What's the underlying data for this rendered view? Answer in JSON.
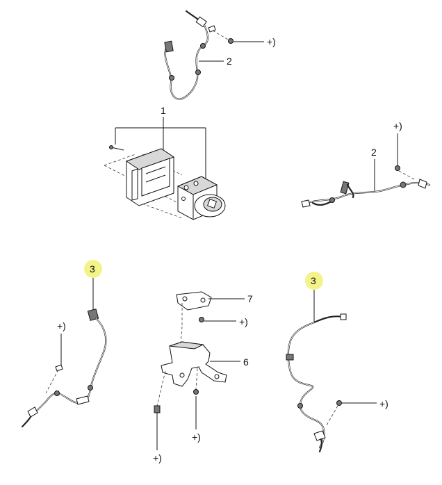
{
  "callouts": {
    "c1": "1",
    "c2_top": "2",
    "c2_right": "2",
    "c3_left": "3",
    "c3_right": "3",
    "c6": "6",
    "c7": "7"
  },
  "torque_marks": {
    "top_sensor": "+)",
    "right_sensor": "+)",
    "left_sensor": "+)",
    "bracket7": "+)",
    "bracket6_left": "+)",
    "bracket6_right": "+)",
    "rear_right": "+)"
  },
  "colors": {
    "highlight": "#f3f38a",
    "line": "#111111"
  }
}
